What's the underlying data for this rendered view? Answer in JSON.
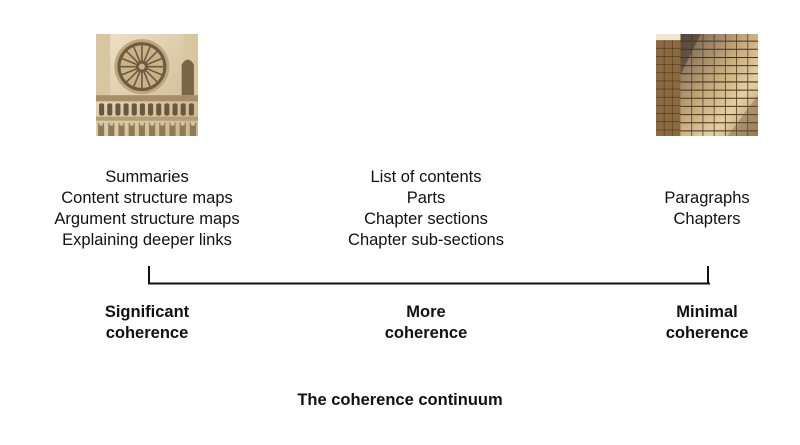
{
  "images": {
    "left": {
      "icon": "cathedral-rose-window-photo"
    },
    "right": {
      "icon": "glass-office-tower-photo"
    }
  },
  "columns": {
    "left": {
      "items": [
        "Summaries",
        "Content structure maps",
        "Argument structure maps",
        "Explaining deeper links"
      ],
      "heading_line1": "Significant",
      "heading_line2": "coherence"
    },
    "middle": {
      "items": [
        "List of contents",
        "Parts",
        "Chapter sections",
        "Chapter sub-sections"
      ],
      "heading_line1": "More",
      "heading_line2": "coherence"
    },
    "right": {
      "items": [
        "Paragraphs",
        "Chapters"
      ],
      "heading_line1": "Minimal",
      "heading_line2": "coherence"
    }
  },
  "caption": "The coherence continuum",
  "colors": {
    "text": "#111111",
    "stone_light": "#e3d4b4",
    "stone_dark": "#8a7352",
    "glass_light": "#e0c79a",
    "glass_dark": "#4d4238"
  }
}
